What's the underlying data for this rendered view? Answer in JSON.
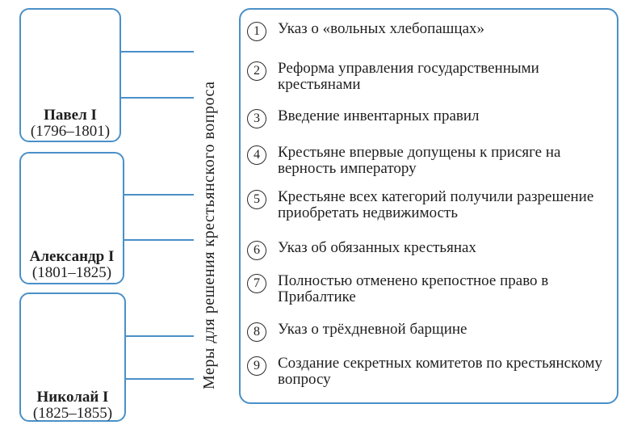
{
  "rulers": [
    {
      "name": "Павел I",
      "years": "(1796–1801)"
    },
    {
      "name": "Александр I",
      "years": "(1801–1825)"
    },
    {
      "name": "Николай I",
      "years": "(1825–1855)"
    }
  ],
  "vertical_label": "Меры для решения крестьянского вопроса",
  "measures": [
    {
      "num": "1",
      "text": "Указ о «вольных хлебопашцах»"
    },
    {
      "num": "2",
      "text": "Реформа управления государственными крестьянами"
    },
    {
      "num": "3",
      "text": "Введение инвентарных правил"
    },
    {
      "num": "4",
      "text": "Крестьяне впервые допущены к присяге на верность императору"
    },
    {
      "num": "5",
      "text": "Крестьяне всех категорий получили разрешение приобретать недвижимость"
    },
    {
      "num": "6",
      "text": "Указ об обязанных крестьянах"
    },
    {
      "num": "7",
      "text": "Полностью отменено крепостное право в Прибалтике"
    },
    {
      "num": "8",
      "text": "Указ о трёхдневной барщине"
    },
    {
      "num": "9",
      "text": "Создание секретных комитетов по крестьянскому вопросу"
    }
  ]
}
